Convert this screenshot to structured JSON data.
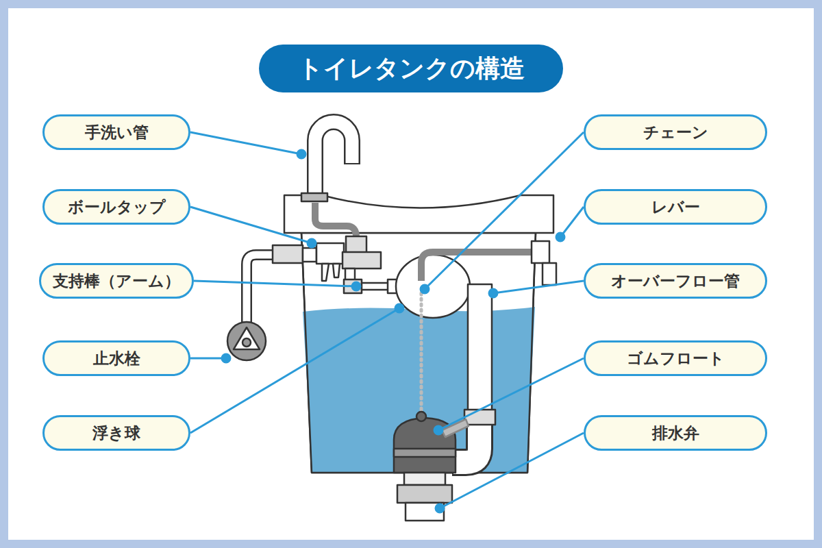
{
  "diagram": {
    "title": "トイレタンクの構造",
    "nodes": [
      {
        "text": [
          "手洗い管"
        ]
      },
      {
        "text": [
          "チェーン"
        ]
      },
      {
        "text": [
          "ボールタップ"
        ]
      },
      {
        "text": [
          "レバー"
        ]
      },
      {
        "text": [
          "支持棒（アーム）"
        ]
      },
      {
        "text": [
          "オーバーフロー管"
        ]
      },
      {
        "text": [
          "止水栓"
        ]
      },
      {
        "text": [
          "ゴムフロート"
        ]
      },
      {
        "text": [
          "浮き球"
        ]
      },
      {
        "text": [
          "排水弁"
        ]
      }
    ]
  }
}
